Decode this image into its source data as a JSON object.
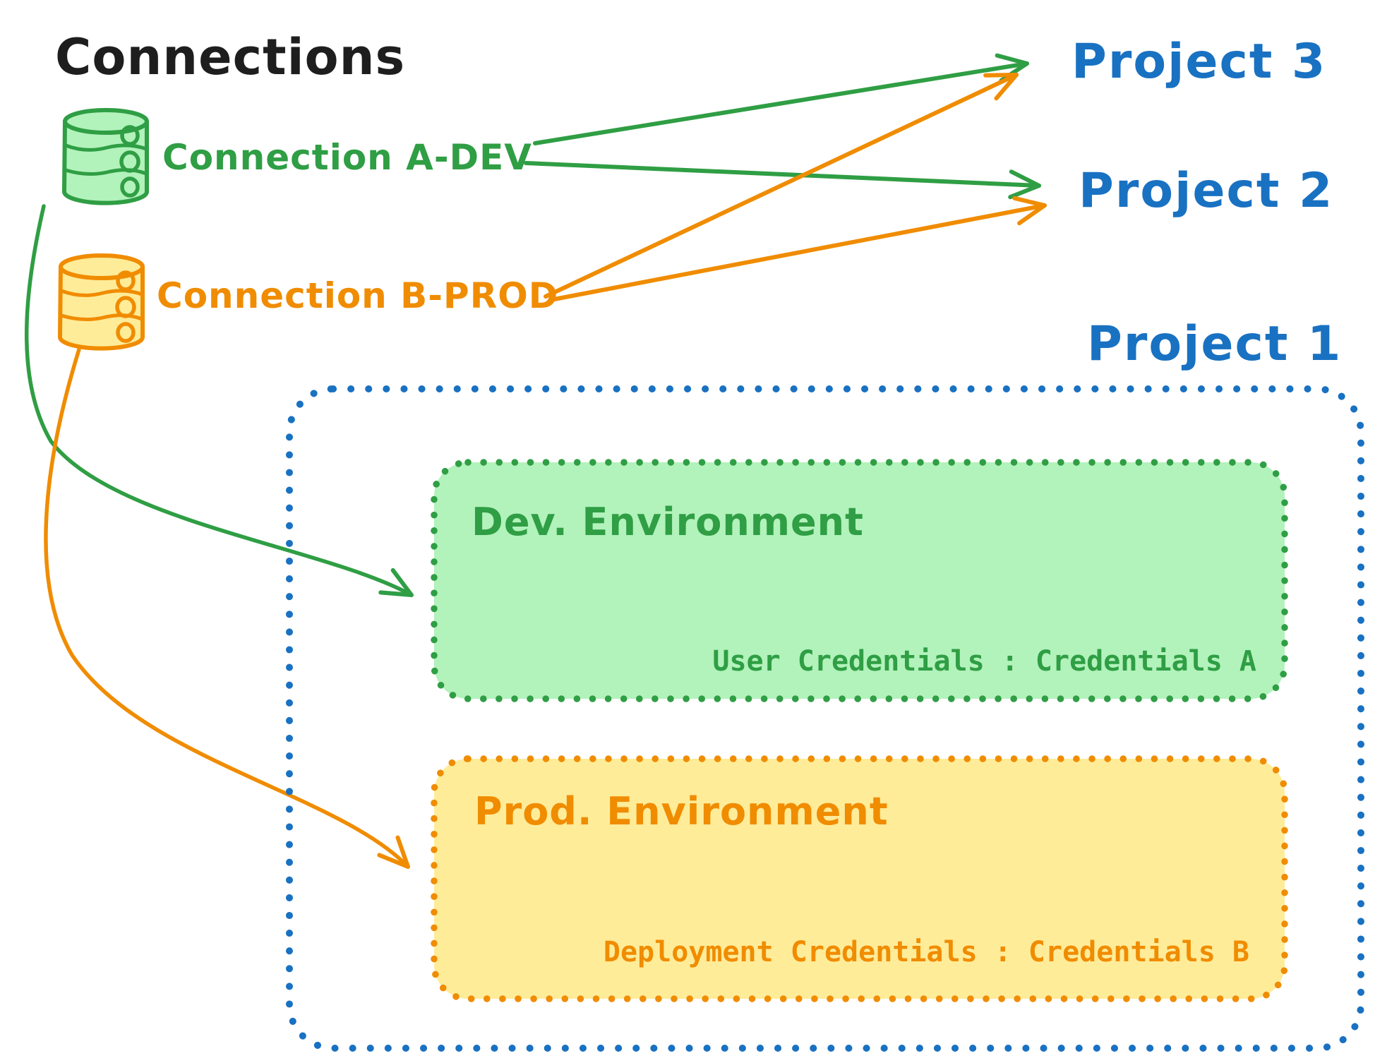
{
  "title": "Connections",
  "colors": {
    "ink_black": "#1e1e1e",
    "green_stroke": "#2f9e44",
    "green_fill": "#b2f2bb",
    "orange_stroke": "#f08c00",
    "orange_fill": "#ffec99",
    "blue_stroke": "#1971c2",
    "background": "#ffffff"
  },
  "connections": [
    {
      "label": "Connection A-DEV",
      "color": "#2f9e44",
      "icon": "database-icon"
    },
    {
      "label": "Connection B-PROD",
      "color": "#f08c00",
      "icon": "database-icon"
    }
  ],
  "projects": [
    {
      "label": "Project 3"
    },
    {
      "label": "Project 2"
    },
    {
      "label": "Project 1"
    }
  ],
  "project1_detail": {
    "environments": [
      {
        "name": "Dev. Environment",
        "credentials_label": "User Credentials : Credentials A",
        "color": "#2f9e44",
        "fill": "#b2f2bb"
      },
      {
        "name": "Prod. Environment",
        "credentials_label": "Deployment Credentials : Credentials B",
        "color": "#f08c00",
        "fill": "#ffec99"
      }
    ]
  },
  "arrows": [
    {
      "from": "Connection A-DEV",
      "to": "Project 3",
      "color": "#2f9e44",
      "style": "straight"
    },
    {
      "from": "Connection A-DEV",
      "to": "Project 2",
      "color": "#2f9e44",
      "style": "straight"
    },
    {
      "from": "Connection A-DEV",
      "to": "Dev. Environment",
      "color": "#2f9e44",
      "style": "curved"
    },
    {
      "from": "Connection B-PROD",
      "to": "Project 3",
      "color": "#f08c00",
      "style": "straight"
    },
    {
      "from": "Connection B-PROD",
      "to": "Project 2",
      "color": "#f08c00",
      "style": "straight"
    },
    {
      "from": "Connection B-PROD",
      "to": "Prod. Environment",
      "color": "#f08c00",
      "style": "curved"
    }
  ]
}
